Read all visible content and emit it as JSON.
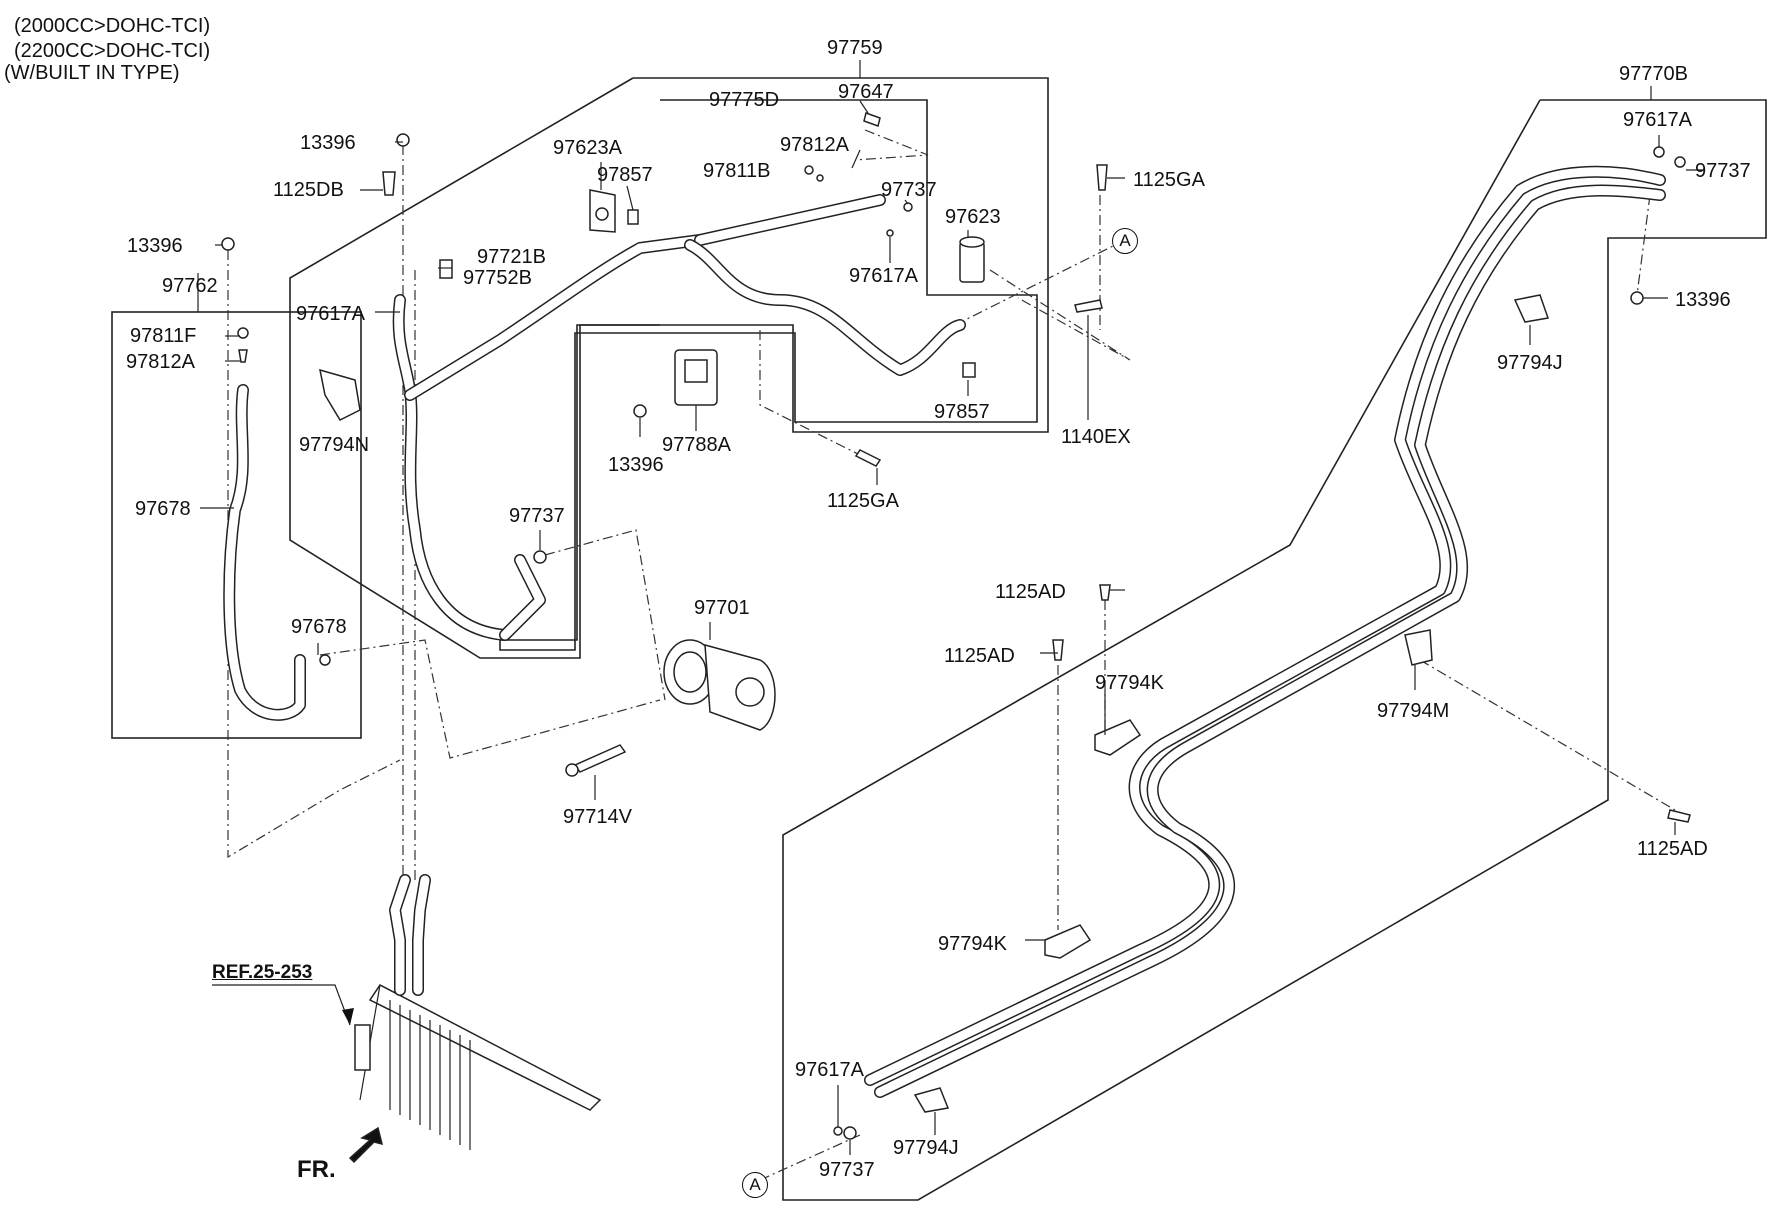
{
  "header": {
    "line1": "(2000CC>DOHC-TCI)",
    "line2": "(2200CC>DOHC-TCI)",
    "line3": "(W/BUILT IN TYPE)"
  },
  "labels": {
    "p97759": "97759",
    "p97647": "97647",
    "p97775D": "97775D",
    "p97623A": "97623A",
    "p97812A_top": "97812A",
    "p97811B": "97811B",
    "p97857_top": "97857",
    "p97737_top": "97737",
    "p97623": "97623",
    "p97617A_top": "97617A",
    "p97857_right": "97857",
    "p1125GA_top": "1125GA",
    "p1140EX": "1140EX",
    "p1125GA_mid": "1125GA",
    "p13396_a": "13396",
    "p1125DB": "1125DB",
    "p13396_b": "13396",
    "p97762": "97762",
    "p97811F": "97811F",
    "p97812A_left": "97812A",
    "p97678_a": "97678",
    "p97678_b": "97678",
    "p97721B": "97721B",
    "p97752B": "97752B",
    "p97617A_left": "97617A",
    "p97794N": "97794N",
    "p13396_c": "13396",
    "p97788A": "97788A",
    "p97737_mid": "97737",
    "p97701": "97701",
    "p97714V": "97714V",
    "p97770B": "97770B",
    "p97617A_right": "97617A",
    "p97737_right": "97737",
    "p13396_right": "13396",
    "p97794J_right": "97794J",
    "p1125AD_a": "1125AD",
    "p1125AD_b": "1125AD",
    "p97794K_a": "97794K",
    "p97794M": "97794M",
    "p1125AD_c": "1125AD",
    "p97794K_b": "97794K",
    "p97617A_bottom": "97617A",
    "p97737_bottom": "97737",
    "p97794J_bottom": "97794J",
    "ref": "REF.25-253",
    "fr": "FR.",
    "circleA_top": "A",
    "circleA_bottom": "A"
  }
}
